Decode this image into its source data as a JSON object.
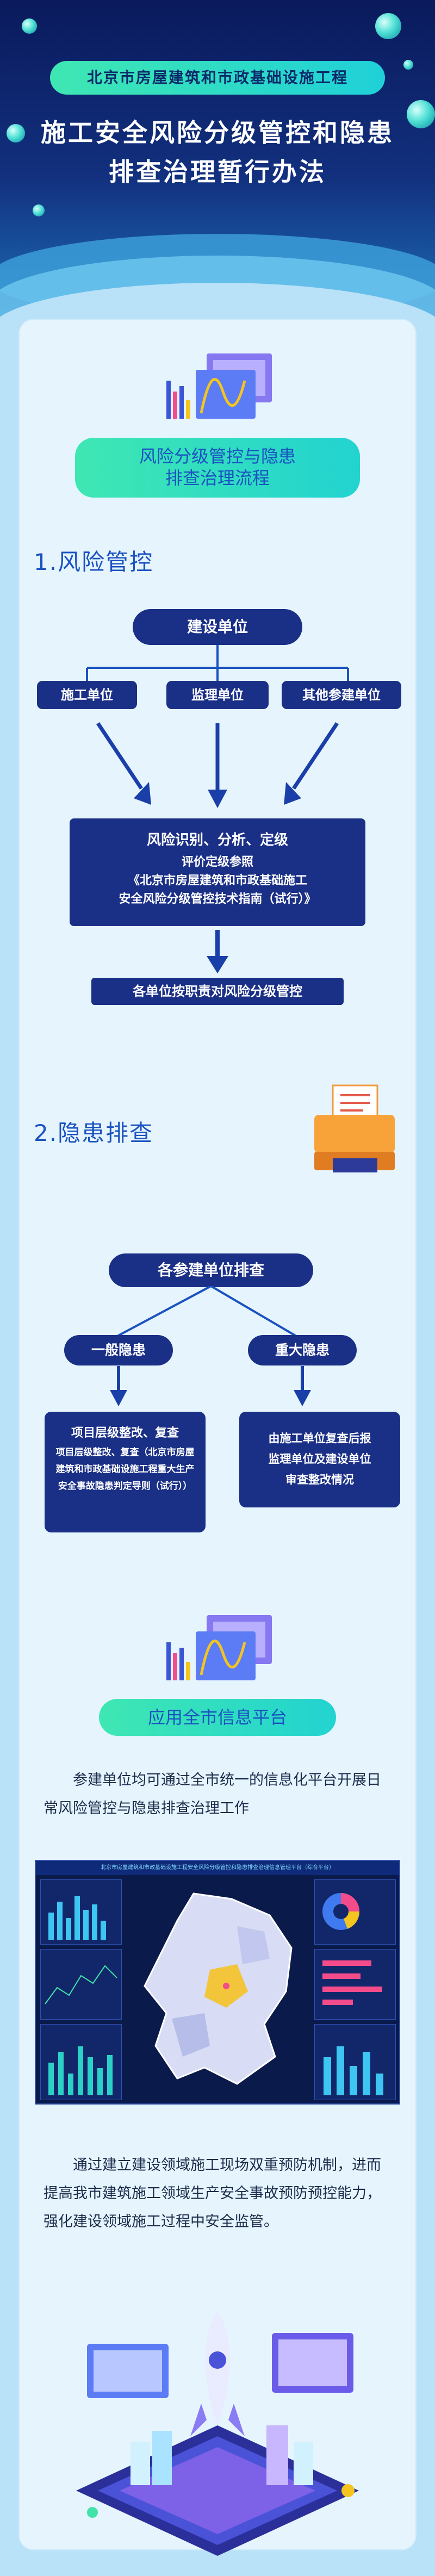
{
  "header": {
    "org": "北京市房屋建筑和市政基础设施工程",
    "title_line1": "施工安全风险分级管控和隐患",
    "title_line2": "排查治理暂行办法"
  },
  "section_a_ribbon": {
    "line1": "风险分级管控与隐患",
    "line2": "排查治理流程"
  },
  "risk": {
    "heading": "1.风险管控",
    "top": "建设单位",
    "units": [
      "施工单位",
      "监理单位",
      "其他参建单位"
    ],
    "center_line1": "风险识别、分析、定级",
    "center_line2": "评价定级参照",
    "center_line3": "《北京市房屋建筑和市政基础施工",
    "center_line4": "安全风险分级管控技术指南（试行）》",
    "bottom": "各单位按职责对风险分级管控"
  },
  "hazard": {
    "heading": "2.隐患排查",
    "top": "各参建单位排查",
    "general": "一般隐患",
    "major": "重大隐患",
    "left_title": "项目层级整改、复查",
    "left_body": "项目层级整改、复查（北京市房屋建筑和市政基础设施工程重大生产安全事故隐患判定导则（试行））",
    "right_line1": "由施工单位复查后报",
    "right_line2": "监理单位及建设单位",
    "right_line3": "审查整改情况"
  },
  "platform": {
    "ribbon": "应用全市信息平台",
    "para1": "参建单位均可通过全市统一的信息化平台开展日常风险管控与隐患排查治理工作",
    "dashboard_title": "北京市房屋建筑和市政基础设施工程安全风险分级管控和隐患排查治理信息管理平台（综合平台）",
    "para2": "通过建立建设领域施工现场双重预防机制，进而提高我市建筑施工领域生产安全事故预防预控能力，强化建设领域施工过程中安全监管。"
  },
  "colors": {
    "navy": "#1a2f86",
    "blue": "#1a52c0",
    "mint": "#3fe7b2",
    "card": "#e6f5fd"
  }
}
